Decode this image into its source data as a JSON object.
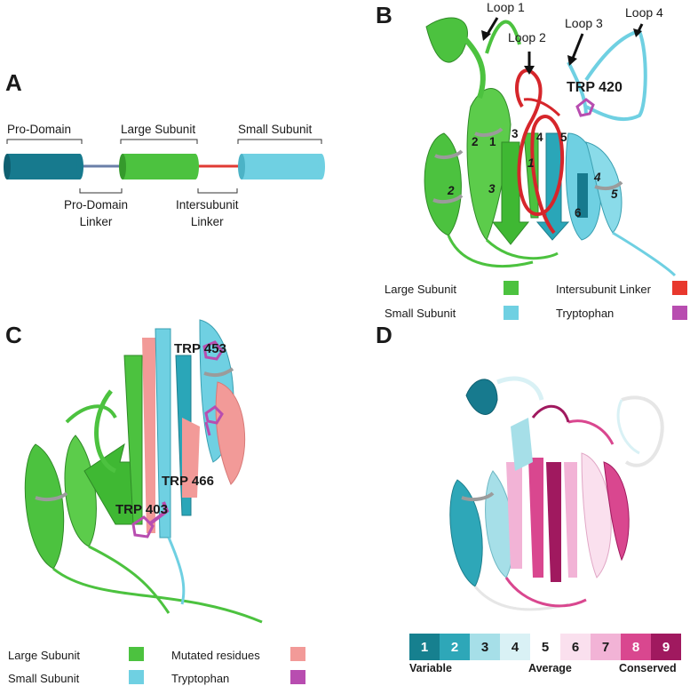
{
  "panels": {
    "a": {
      "letter": "A",
      "top_labels": [
        "Pro-Domain",
        "Large Subunit",
        "Small Subunit"
      ],
      "bottom_labels": [
        "Pro-Domain\nLinker",
        "Intersubunit\nLinker"
      ],
      "colors": {
        "pro_domain": "#177a8e",
        "large": "#4cc23f",
        "small": "#6fd0e2",
        "pro_linker": "#6a7fa8",
        "inter_linker": "#e03a33"
      }
    },
    "b": {
      "letter": "B",
      "loops": [
        "Loop 1",
        "Loop 2",
        "Loop 3",
        "Loop 4"
      ],
      "trp_label": "TRP 420",
      "strand_numbers": [
        "2",
        "1",
        "3",
        "4",
        "5",
        "1",
        "6"
      ],
      "helix_numbers": [
        "2",
        "3",
        "4",
        "5"
      ],
      "legend": [
        {
          "label": "Large Subunit",
          "color": "#4cc23f"
        },
        {
          "label": "Small Subunit",
          "color": "#6fd0e2"
        },
        {
          "label": "Intersubunit Linker",
          "color": "#e8382d"
        },
        {
          "label": "Tryptophan",
          "color": "#b84db0"
        }
      ]
    },
    "c": {
      "letter": "C",
      "trp_labels": [
        "TRP 453",
        "TRP 466",
        "TRP 403"
      ],
      "legend": [
        {
          "label": "Large Subunit",
          "color": "#4cc23f"
        },
        {
          "label": "Small Subunit",
          "color": "#6fd0e2"
        },
        {
          "label": "Mutated residues",
          "color": "#f29a98"
        },
        {
          "label": "Tryptophan",
          "color": "#b84db0"
        }
      ]
    },
    "d": {
      "letter": "D",
      "scale": [
        {
          "n": "1",
          "color": "#16808f",
          "text": "#ffffff"
        },
        {
          "n": "2",
          "color": "#2ea7b8",
          "text": "#ffffff"
        },
        {
          "n": "3",
          "color": "#a6dfe8",
          "text": "#1a1a1a"
        },
        {
          "n": "4",
          "color": "#d9f1f5",
          "text": "#1a1a1a"
        },
        {
          "n": "5",
          "color": "#ffffff",
          "text": "#1a1a1a"
        },
        {
          "n": "6",
          "color": "#fae0ee",
          "text": "#1a1a1a"
        },
        {
          "n": "7",
          "color": "#f2b3d6",
          "text": "#1a1a1a"
        },
        {
          "n": "8",
          "color": "#d9478f",
          "text": "#ffffff"
        },
        {
          "n": "9",
          "color": "#a0195f",
          "text": "#ffffff"
        }
      ],
      "scale_labels": [
        "Variable",
        "Average",
        "Conserved"
      ]
    }
  }
}
